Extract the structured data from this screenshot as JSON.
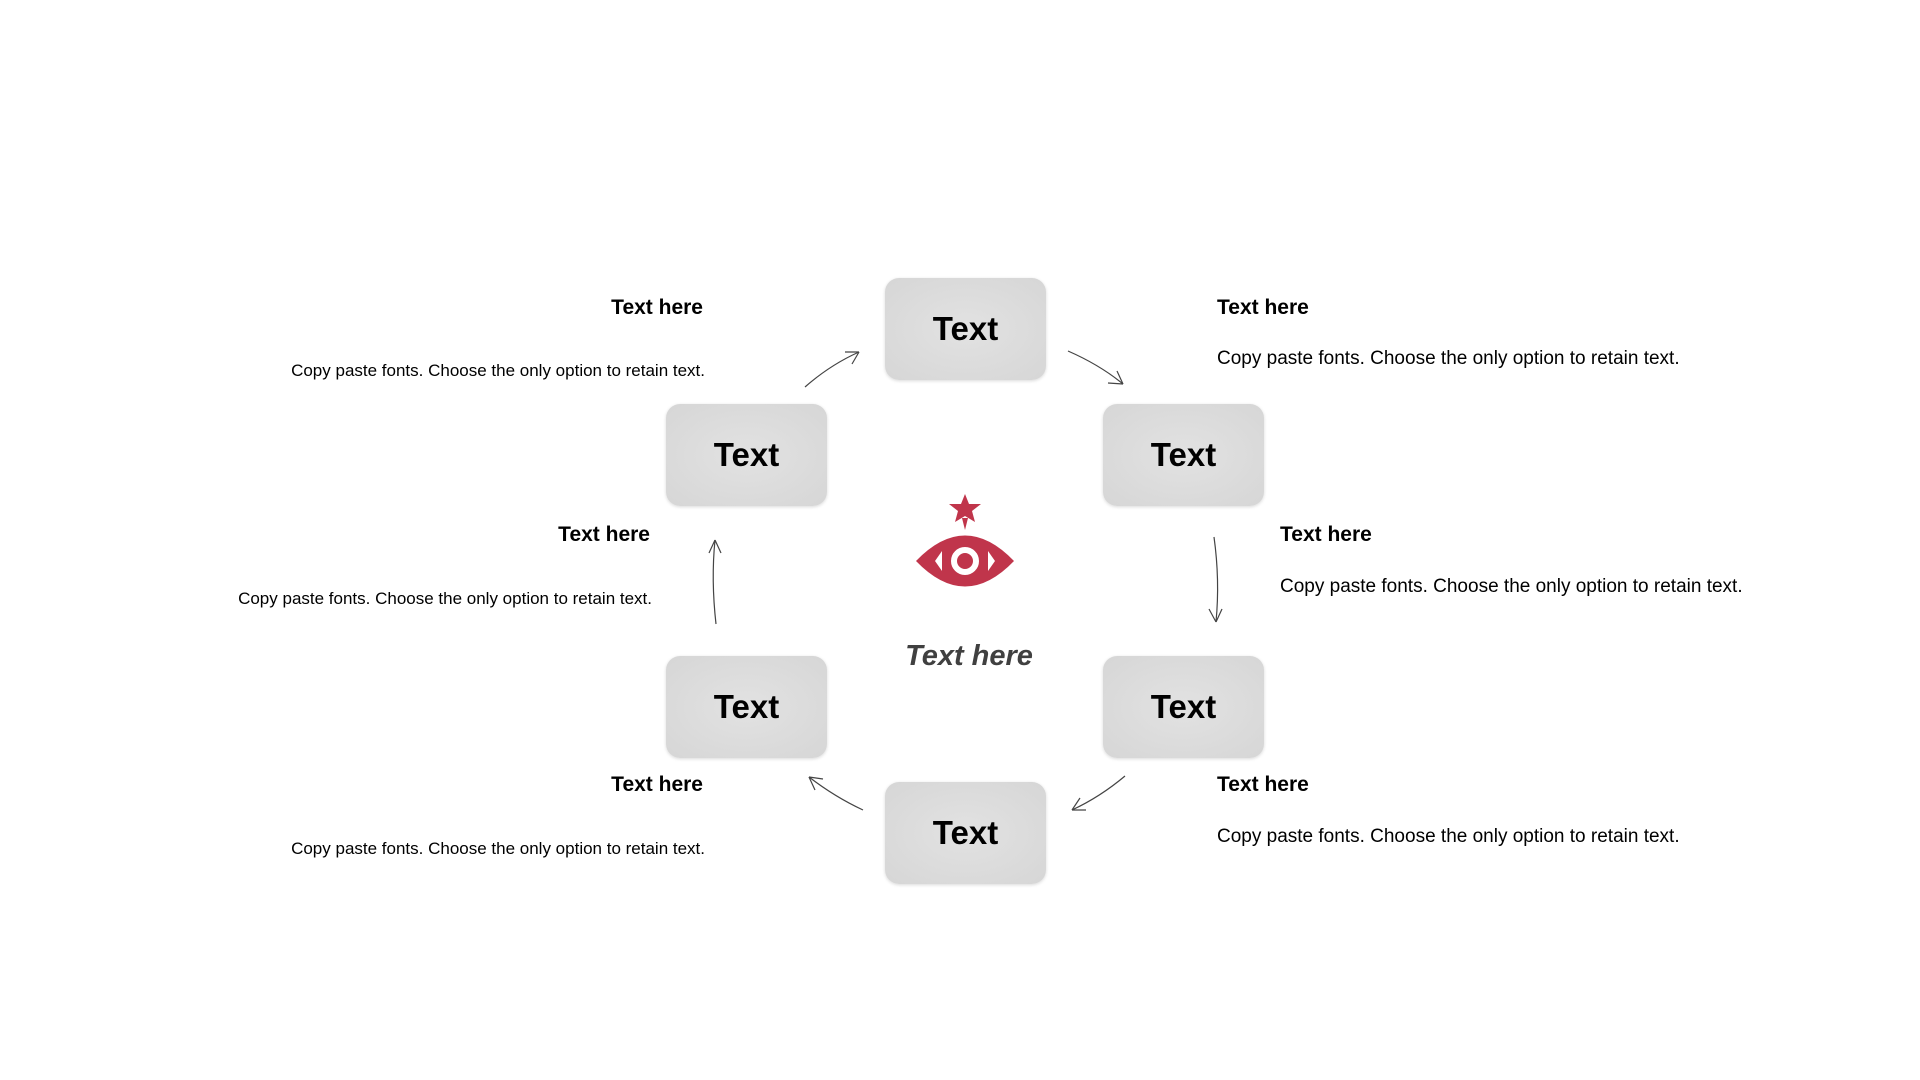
{
  "boxes": [
    "Text",
    "Text",
    "Text",
    "Text",
    "Text",
    "Text"
  ],
  "labels": [
    {
      "title": "Text here",
      "desc": "Copy paste fonts. Choose the only option to retain text."
    },
    {
      "title": "Text here",
      "desc": "Copy paste fonts. Choose the only option to retain text."
    },
    {
      "title": "Text here",
      "desc": "Copy paste fonts. Choose the only option to retain text."
    },
    {
      "title": "Text here",
      "desc": "Copy paste fonts. Choose the only option to retain text."
    },
    {
      "title": "Text here",
      "desc": "Copy paste fonts. Choose the only option to retain text."
    },
    {
      "title": "Text here",
      "desc": "Copy paste fonts. Choose the only option to retain text."
    }
  ],
  "center": {
    "label": "Text here",
    "icon": "eye-star-icon",
    "color": "#c0354b"
  }
}
